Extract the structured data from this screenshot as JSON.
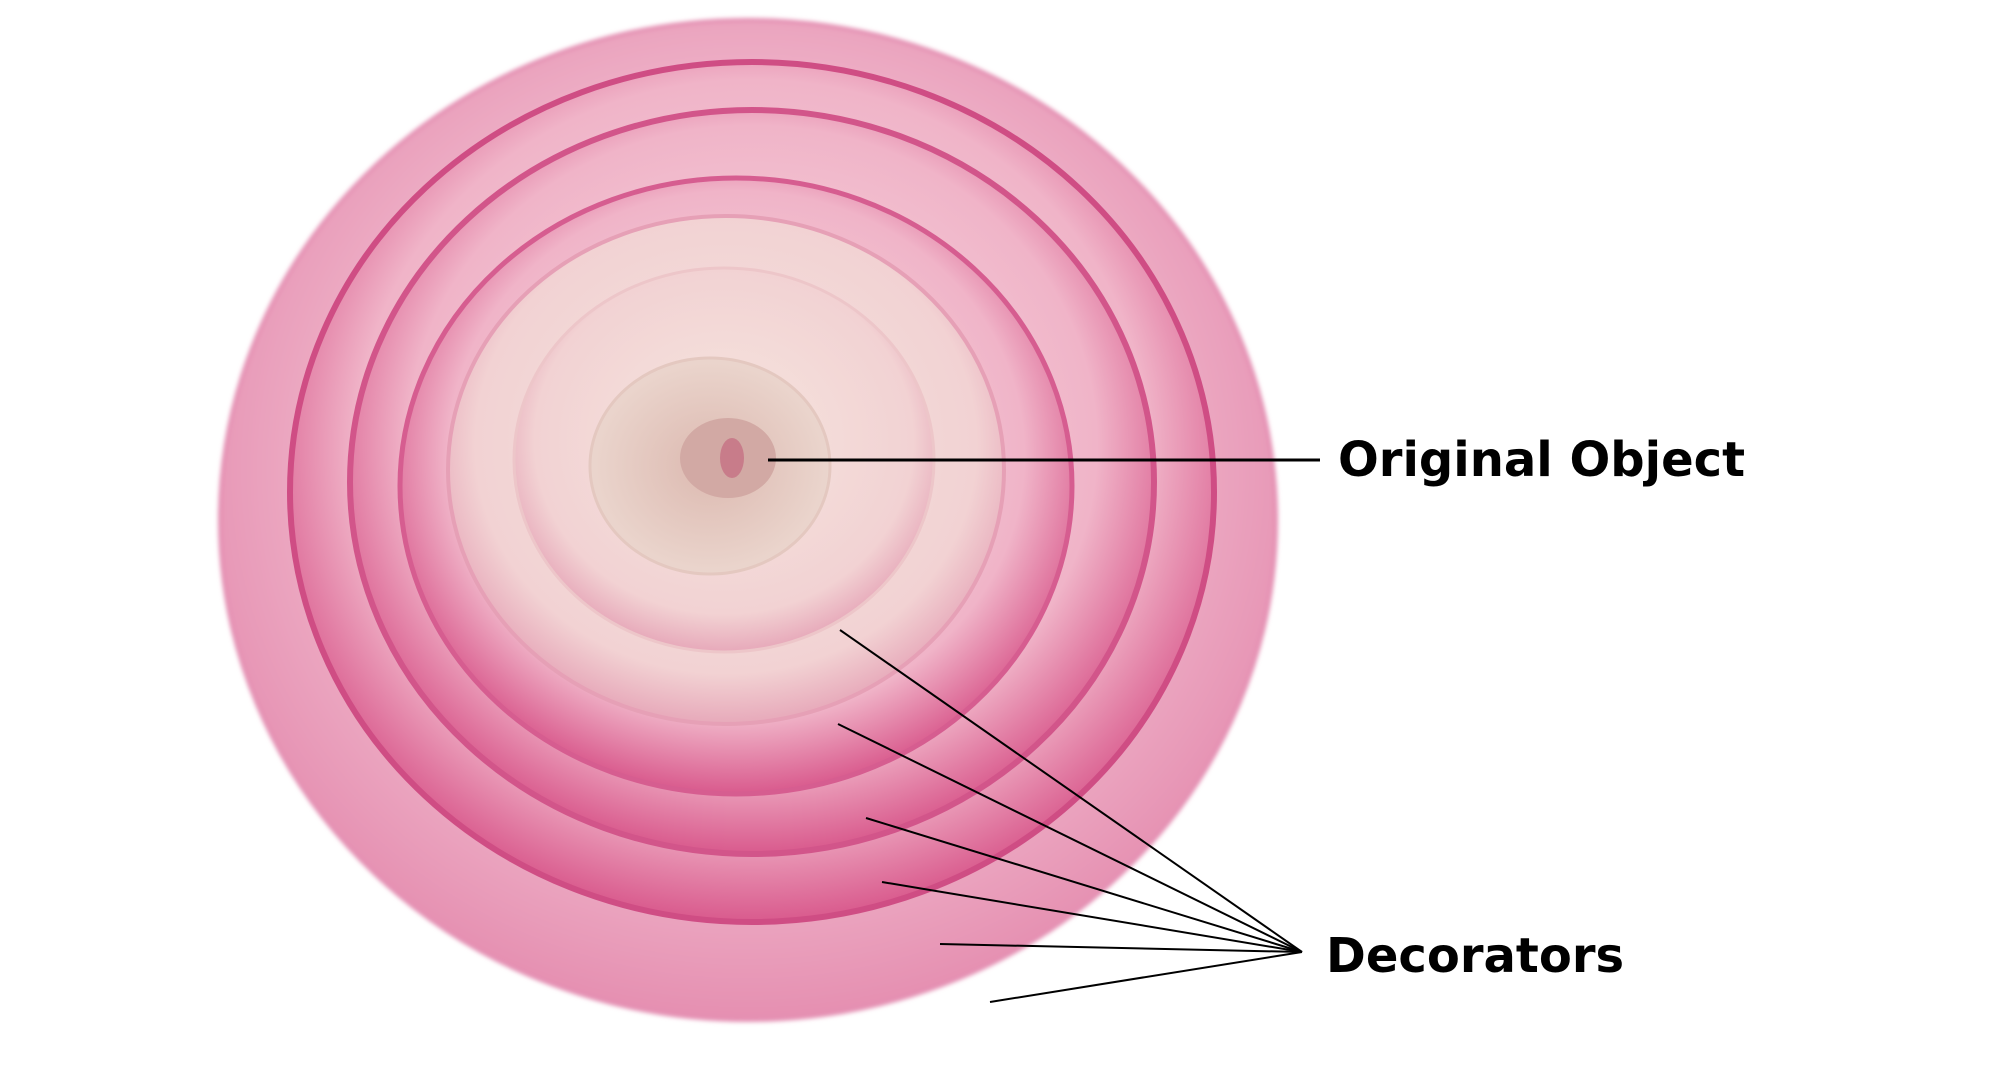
{
  "labels": {
    "original_object": "Original Object",
    "decorators": "Decorators"
  },
  "image": {
    "subject": "onion-cross-section",
    "colors": {
      "outer_ring": "#ea9fbd",
      "ring_edge": "#cf4d84",
      "mid_ring": "#f0b7c9",
      "inner_ring": "#f4d8d8",
      "core": "#e7d0c6",
      "center": "#c87c8a",
      "leader_line": "#000000"
    }
  }
}
